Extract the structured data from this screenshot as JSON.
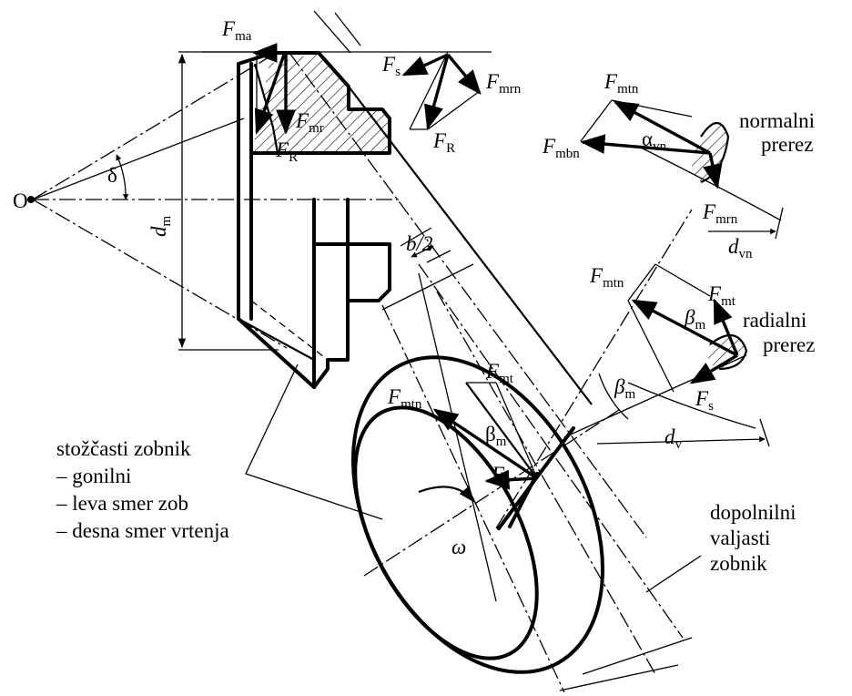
{
  "labels": {
    "origin": "O",
    "angle_delta": "δ",
    "dm": "d",
    "dm_sub": "m",
    "Fma": "F",
    "Fma_sub": "ma",
    "Fmr": "F",
    "Fmr_sub": "mr",
    "FR_left": "F",
    "FR_left_sub": "R",
    "Fs_top": "F",
    "Fs_top_sub": "s",
    "Fmrn_top": "F",
    "Fmrn_top_sub": "mrn",
    "FR_top": "F",
    "FR_top_sub": "R",
    "Fmtn_n": "F",
    "Fmtn_n_sub": "mtn",
    "Fmbn": "F",
    "Fmbn_sub": "mbn",
    "alpha_vn": "α",
    "alpha_vn_sub": "vn",
    "Fmrn_n": "F",
    "Fmrn_n_sub": "mrn",
    "dvn": "d",
    "dvn_sub": "vn",
    "b2": "b/2",
    "Fmtn_r": "F",
    "Fmtn_r_sub": "mtn",
    "Fmt_r": "F",
    "Fmt_r_sub": "mt",
    "beta_r": "β",
    "beta_r_sub": "m",
    "beta_mid": "β",
    "beta_mid_sub": "m",
    "Fs_r": "F",
    "Fs_r_sub": "s",
    "dv": "d",
    "dv_sub": "v",
    "Fmt_c": "F",
    "Fmt_c_sub": "mt",
    "Fmtn_c": "F",
    "Fmtn_c_sub": "mtn",
    "beta_c": "β",
    "beta_c_sub": "m",
    "Fs_c": "F",
    "Fs_c_sub": "s",
    "omega": "ω"
  },
  "section_titles": {
    "normal_1": "normalni",
    "normal_2": "prerez",
    "radial_1": "radialni",
    "radial_2": "prerez"
  },
  "legend": {
    "line1": "stožčasti zobnik",
    "line2": "– gonilni",
    "line3": "– leva smer zob",
    "line4": "– desna smer vrtenja"
  },
  "aux_gear": {
    "line1": "dopolnilni",
    "line2": "valjasti",
    "line3": "zobnik"
  }
}
